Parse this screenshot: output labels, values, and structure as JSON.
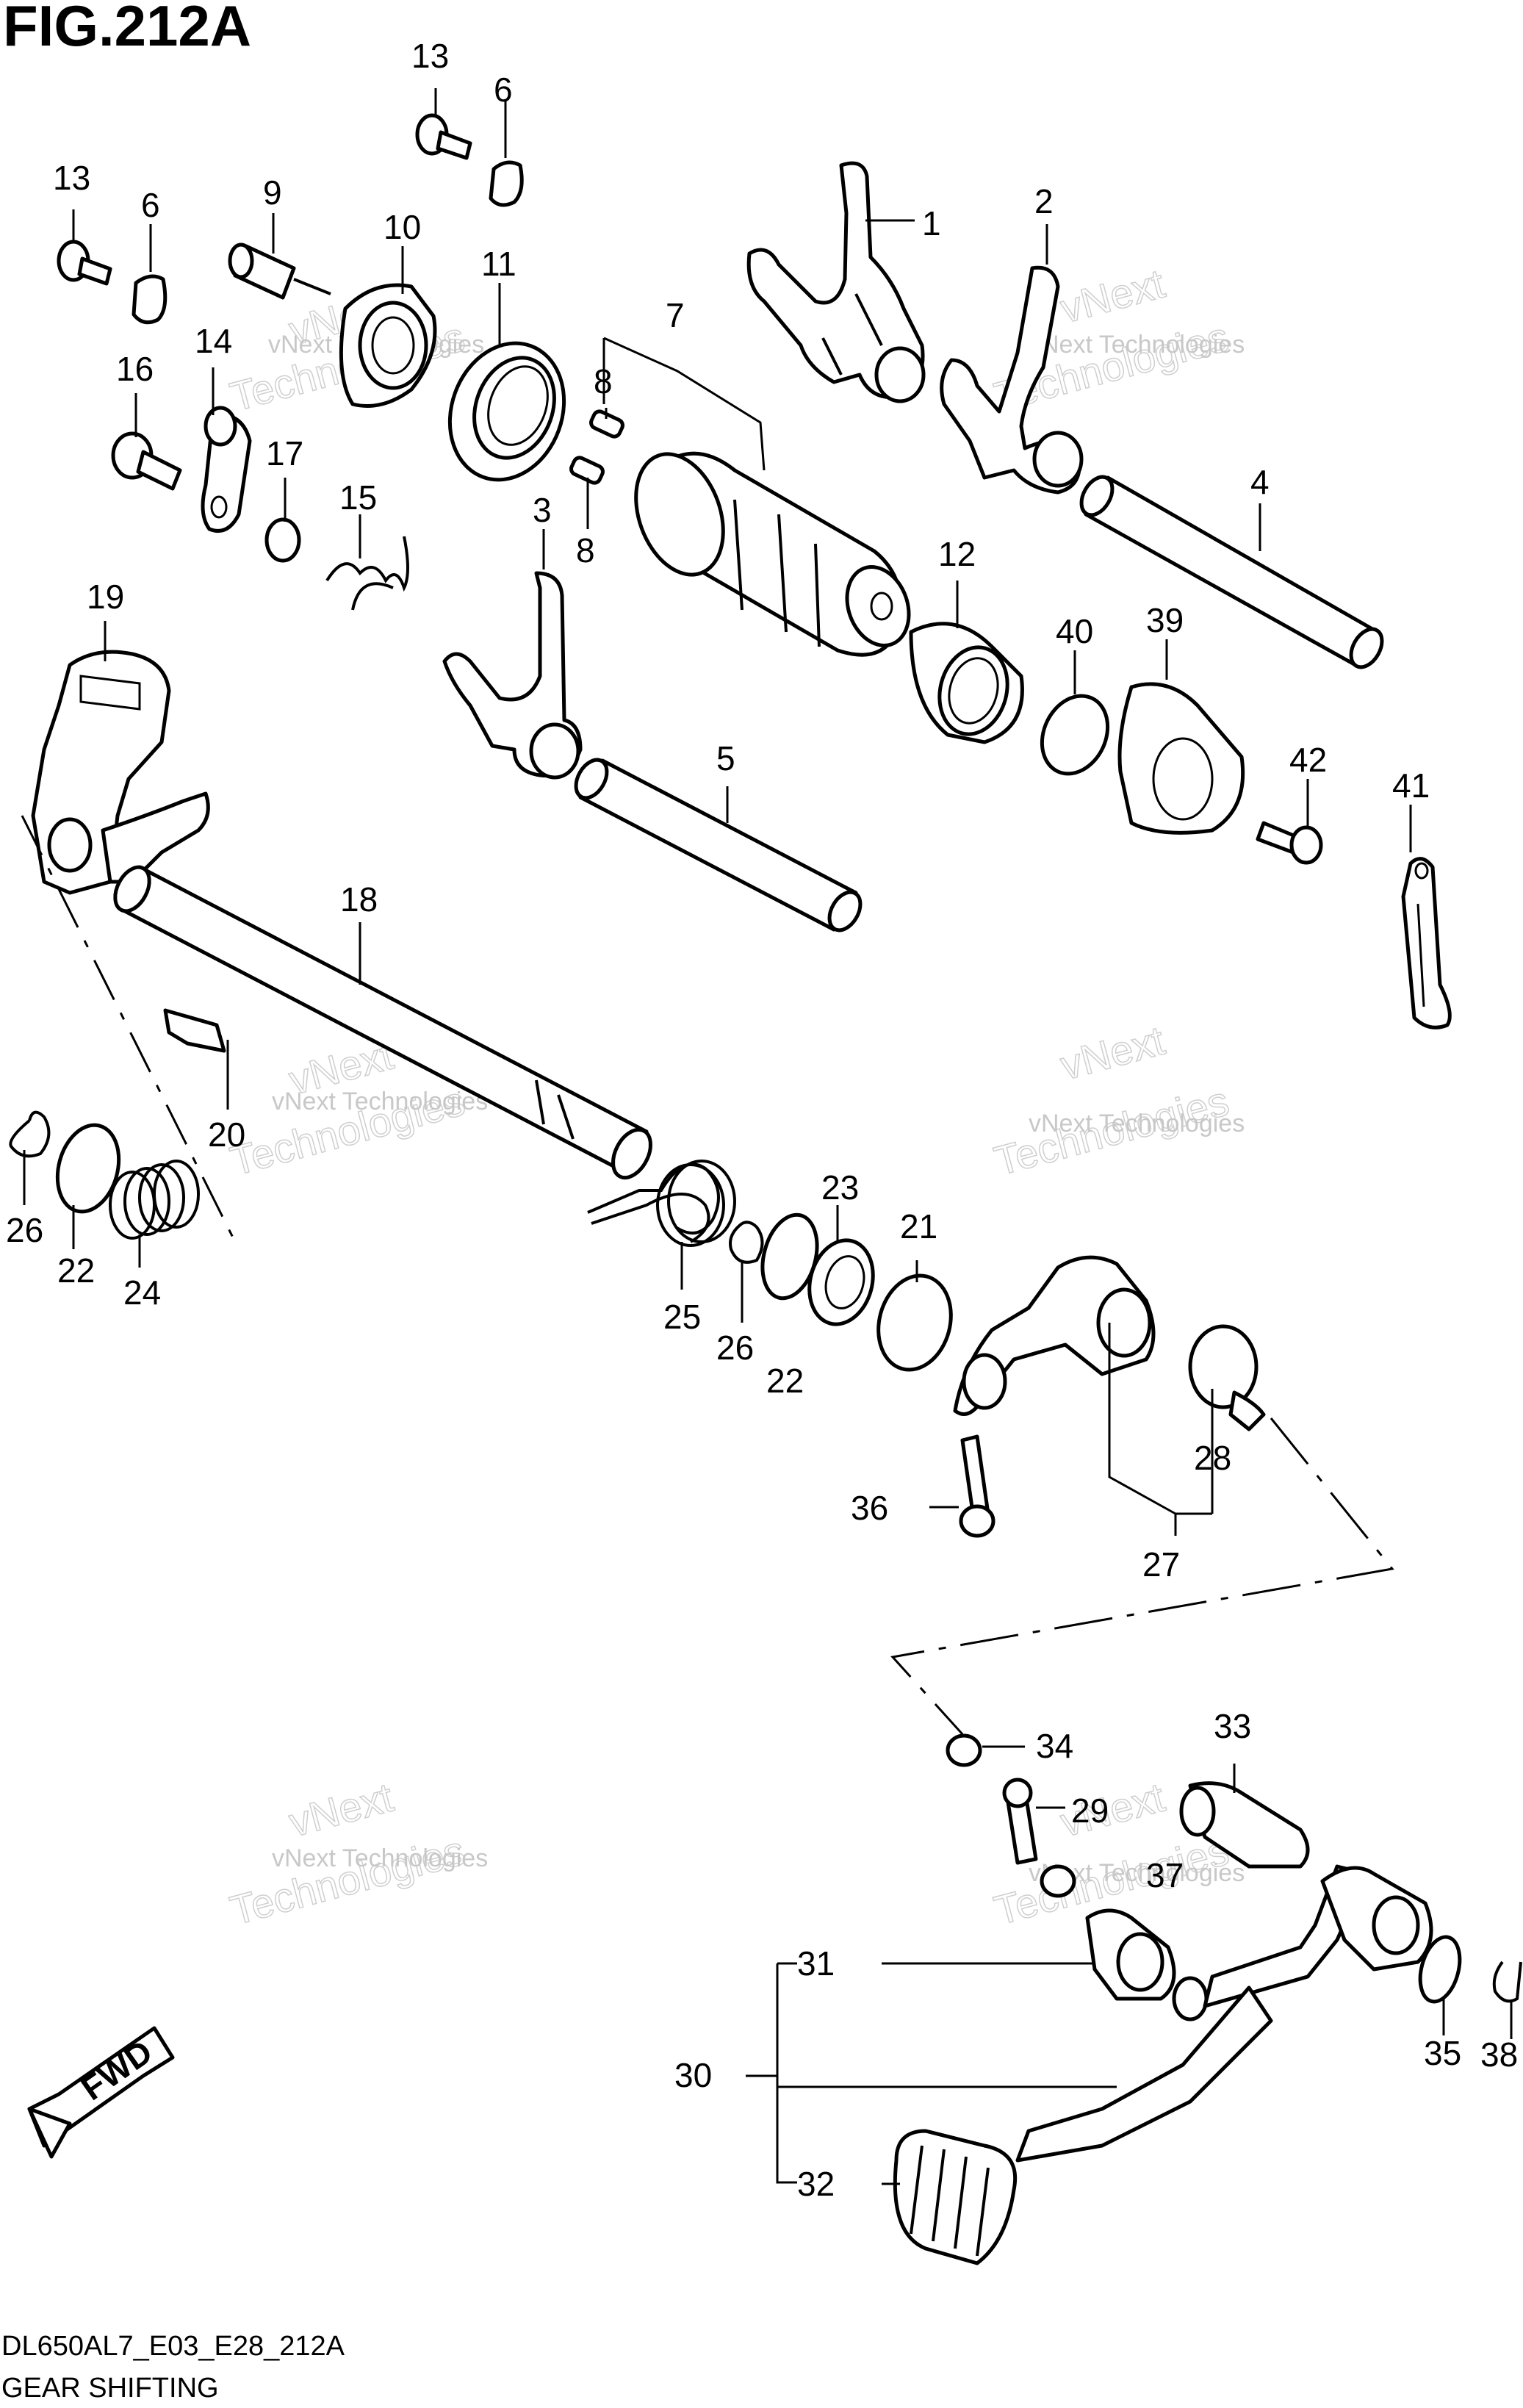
{
  "title": "FIG.212A",
  "footer": {
    "code": "DL650AL7_E03_E28_212A",
    "caption": "GEAR SHIFTING"
  },
  "watermark": {
    "line1": "vNext Technologies",
    "line2": "vNext",
    "line3": "Technologies"
  },
  "fwd_label": "FWD",
  "callouts": {
    "c1": "1",
    "c2": "2",
    "c3": "3",
    "c4": "4",
    "c5": "5",
    "c6a": "6",
    "c6b": "6",
    "c7": "7",
    "c8a": "8",
    "c8b": "8",
    "c9": "9",
    "c10": "10",
    "c11": "11",
    "c12": "12",
    "c13a": "13",
    "c13b": "13",
    "c14": "14",
    "c15": "15",
    "c16": "16",
    "c17": "17",
    "c18": "18",
    "c19": "19",
    "c20": "20",
    "c21": "21",
    "c22a": "22",
    "c22b": "22",
    "c23": "23",
    "c24": "24",
    "c25": "25",
    "c26a": "26",
    "c26b": "26",
    "c27": "27",
    "c28": "28",
    "c29": "29",
    "c30": "30",
    "c31": "31",
    "c32": "32",
    "c33": "33",
    "c34": "34",
    "c35": "35",
    "c36": "36",
    "c37": "37",
    "c38": "38",
    "c39": "39",
    "c40": "40",
    "c41": "41",
    "c42": "42"
  }
}
